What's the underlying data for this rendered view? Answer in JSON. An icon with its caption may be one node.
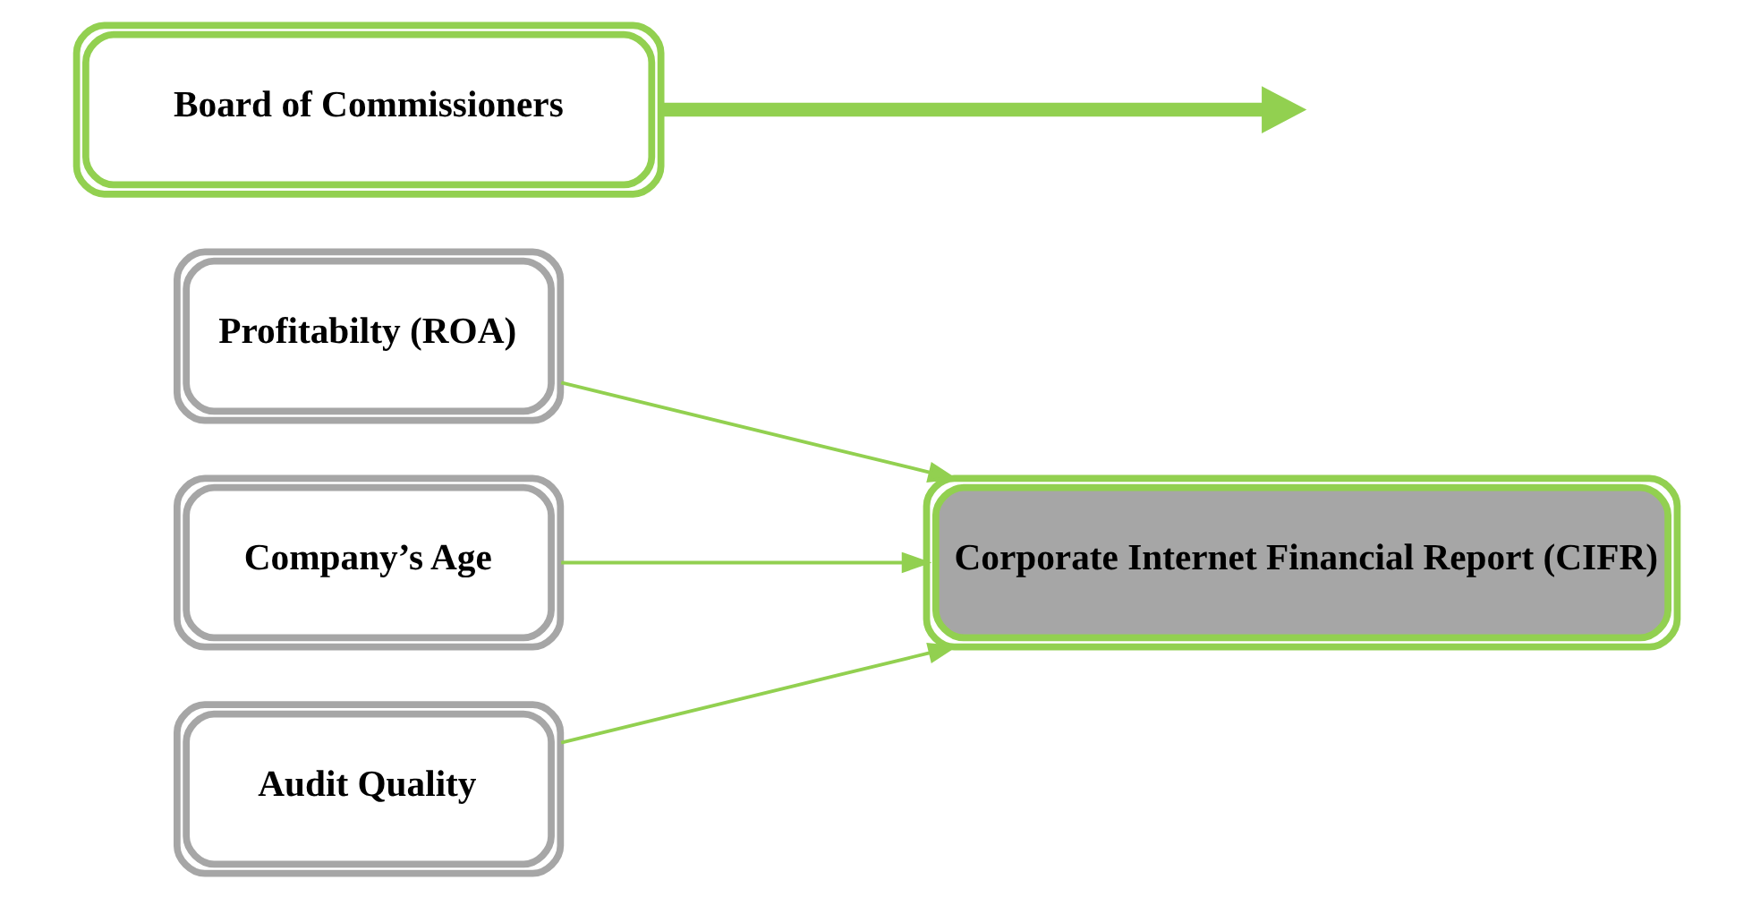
{
  "diagram": {
    "nodes": [
      {
        "text": [
          "Profitabilty (ROA)"
        ]
      },
      {
        "text": [
          "Company’s Age"
        ]
      },
      {
        "text": [
          "Audit Quality"
        ]
      },
      {
        "text": [
          "Corporate Internet Financial Report (CIFR)"
        ]
      },
      {
        "text": [
          "Board of Commissioners"
        ]
      }
    ],
    "edges": [
      {
        "from": 0,
        "to": 3,
        "arrow": "to"
      },
      {
        "from": 1,
        "to": 3,
        "arrow": "to"
      },
      {
        "from": 2,
        "to": 3,
        "arrow": "to"
      },
      {
        "from": 4,
        "to": null,
        "arrow": "to",
        "style": "thick"
      }
    ]
  }
}
